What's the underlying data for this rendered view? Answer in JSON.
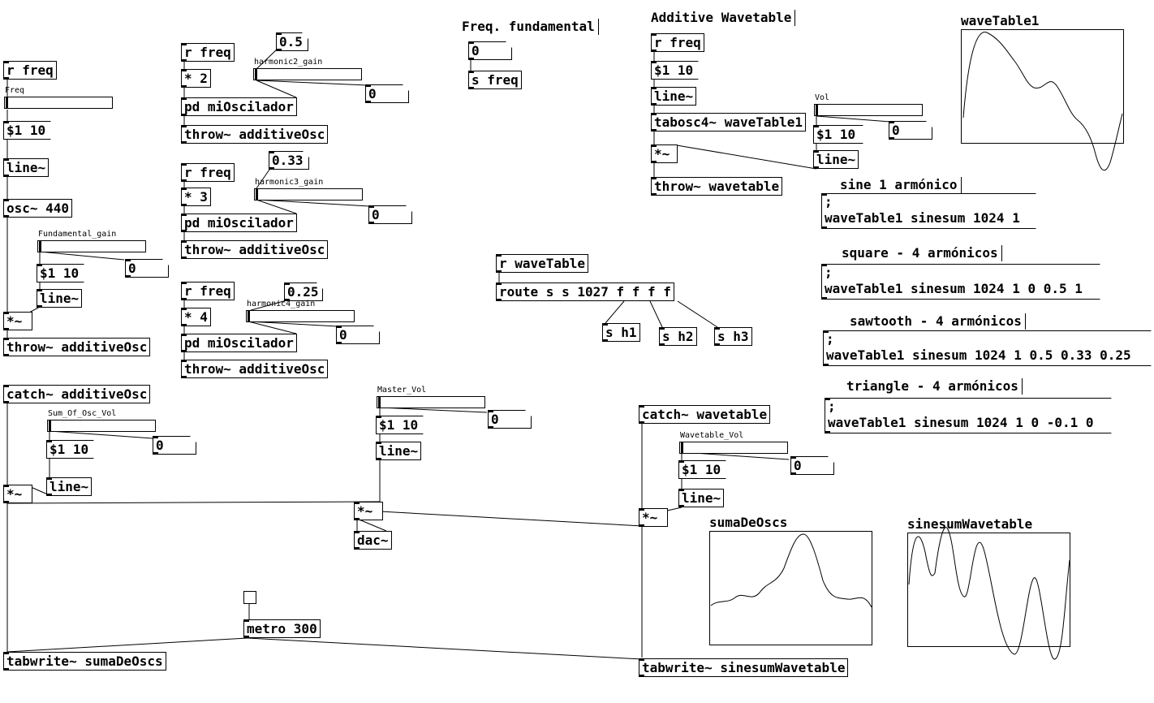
{
  "window": {
    "title": "additiveWavetable.pd"
  },
  "comments": {
    "freq_fundamental": "Freq. fundamental",
    "additive_wavetable": "Additive Wavetable",
    "sine_1": "sine 1 armónico",
    "square_4": "square - 4 armónicos",
    "sawtooth_4": "sawtooth - 4 armónicos",
    "triangle_4": "triangle - 4 armónicos"
  },
  "objects": {
    "r_freq_1": "r freq",
    "dollar_1": "$1 10",
    "line_1": "line~",
    "osc": "osc~ 440",
    "dollar_fund": "$1 10",
    "line_fund": "line~",
    "mult_1": "*~",
    "throw_1": "throw~ additiveOsc",
    "r_freq_2": "r freq",
    "mul2": "* 2",
    "pd_osc_2": "pd miOscilador",
    "throw_2": "throw~ additiveOsc",
    "r_freq_3": "r freq",
    "mul3": "* 3",
    "pd_osc_3": "pd miOscilador",
    "throw_3": "throw~ additiveOsc",
    "r_freq_4": "r freq",
    "mul4": "* 4",
    "pd_osc_4": "pd miOscilador",
    "throw_4": "throw~ additiveOsc",
    "s_freq": "s freq",
    "r_freq_wt": "r freq",
    "dollar_wt": "$1 10",
    "line_wt": "line~",
    "tabosc": "tabosc4~ waveTable1",
    "dollar_vol": "$1 10",
    "line_vol": "line~",
    "mult_wt": "*~",
    "throw_wt": "throw~ wavetable",
    "r_wavetable": "r waveTable",
    "route": "route s s 1027 f f f f",
    "s_h1": "s h1",
    "s_h2": "s h2",
    "s_h3": "s h3",
    "catch_add": "catch~ additiveOsc",
    "dollar_sum": "$1 10",
    "line_sum": "line~",
    "mult_sum": "*~",
    "dollar_master": "$1 10",
    "line_master": "line~",
    "mult_master": "*~",
    "dac": "dac~",
    "catch_wt": "catch~ wavetable",
    "dollar_wtvol": "$1 10",
    "line_wtvol": "line~",
    "mult_wtvol": "*~",
    "metro": "metro 300",
    "tabwrite_suma": "tabwrite~ sumaDeOscs",
    "tabwrite_sinesum": "tabwrite~ sinesumWavetable"
  },
  "numbers": {
    "h2": "0.5",
    "h2_out": "0",
    "h3": "0.33",
    "h3_out": "0",
    "h4": "0.25",
    "h4_out": "0",
    "fund_out": "0",
    "freq_fund": "0",
    "vol_out": "0",
    "sum_out": "0",
    "master_out": "0",
    "wtvol_out": "0"
  },
  "messages": {
    "sine": {
      "line1": ";",
      "line2": "waveTable1 sinesum 1024 1"
    },
    "square": {
      "line1": ";",
      "line2": "waveTable1 sinesum 1024 1 0 0.5 1"
    },
    "sawtooth": {
      "line1": ";",
      "line2": "waveTable1 sinesum 1024 1 0.5 0.33 0.25"
    },
    "triangle": {
      "line1": ";",
      "line2": "waveTable1 sinesum 1024 1 0 -0.1 0"
    }
  },
  "sliders": {
    "freq": "Freq",
    "harmonic2": "harmonic2_gain",
    "harmonic3": "harmonic3_gain",
    "harmonic4": "harmonic4_gain",
    "fundamental": "Fundamental_gain",
    "vol": "Vol",
    "sum": "Sum_Of_Osc_Vol",
    "master": "Master_Vol",
    "wavetable": "Wavetable_Vol"
  },
  "arrays": {
    "wavetable1": "waveTable1",
    "suma": "sumaDeOscs",
    "sinesum": "sinesumWavetable"
  }
}
